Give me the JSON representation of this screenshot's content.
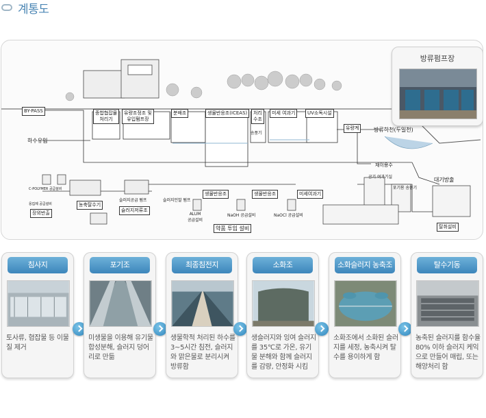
{
  "page": {
    "title": "계통도"
  },
  "pump_station": {
    "title": "방류펌프장"
  },
  "diagram": {
    "bypass": "BY-PASS",
    "sewage_inflow": "하수유입",
    "grit_chamber": "종합협잡물\n처리기",
    "flow_control": "유량조정조 및\n유입펌프장",
    "distribution": "분배조",
    "bio_reactor": "생물반응조(ICEAS)",
    "treated_water": "처리\n수조",
    "micro_filter": "미세 여과기",
    "uv": "UV소독시설",
    "flowmeter": "유량계",
    "discharge_stream": "방류하천(두일천)",
    "blower": "송풍기",
    "reuse_water": "재이용수",
    "air_filter_room": "공기 여과기실",
    "deodor_blower": "포기용 송풍기",
    "atmos_discharge": "대기방출",
    "deodorizer": "탈취설비",
    "polymer_supply": "C-POLYMER 공급설비",
    "polymer_supply2": "응집제 공급설비",
    "thickener_dewater": "농축탈수기",
    "offsite": "장외반출",
    "sludge_pump": "슬러지공급 펌프",
    "sludge_storage": "슬러지저류조",
    "sludge_pull_pump": "슬러지인발 펌프",
    "alum": "ALUM\n공급설비",
    "naoh": "NaOH 공급설비",
    "naocl": "NaOCl 공급설비",
    "bio_reactor2": "생물반응조",
    "bio_reactor3": "생물반응조",
    "micro_filter2": "미세여과기",
    "chemical_dosing": "약품 투입 설비"
  },
  "steps": [
    {
      "title": "침사지",
      "desc": "토사류, 협잡물 등 이물질 제거"
    },
    {
      "title": "포기조",
      "desc": "미생물을 이용해 유기물 합성분해, 슬러지 덩어리로 만듦"
    },
    {
      "title": "최종침전지",
      "desc": "생물학적 처리된 하수를 3~5시간 침전, 슬러지와 맑은물로 분리시켜 방류함"
    },
    {
      "title": "소화조",
      "desc": "생슬러지와 잉여 슬러지를 35℃로 가온, 유기물 분해와 함께 슬러지를 감량, 안정화 시킴"
    },
    {
      "title": "소화슬러지 농축조",
      "desc": "소화조에서 소화된 슬러지를 세정, 농축시켜 탈수를 용이하게 함"
    },
    {
      "title": "탈수기동",
      "desc": "농축된 슬러지를 함수율 80% 이하 슬러지 케익으로 만들어 매립, 또는 해양처리 함"
    }
  ],
  "colors": {
    "accent": "#4b86b4",
    "step_head": "#3d86bb"
  }
}
